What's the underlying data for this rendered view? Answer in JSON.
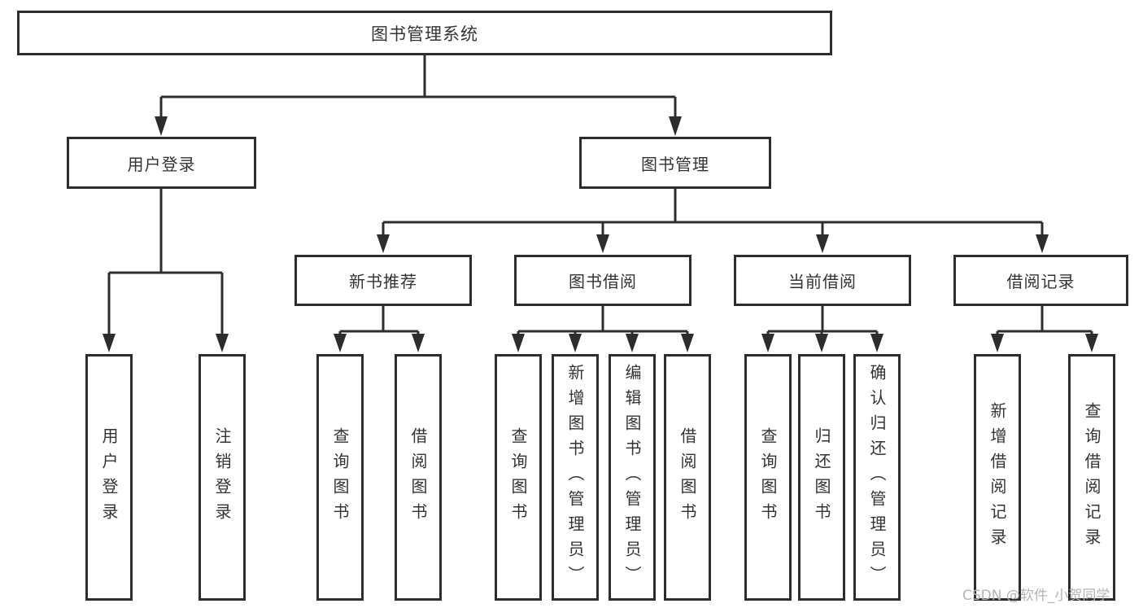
{
  "colors": {
    "line": "#2d2d2d",
    "box_border": "#2d2d2d",
    "text": "#333333",
    "watermark": "#b4b4b4",
    "background": "#ffffff"
  },
  "watermark": {
    "text": "CSDN @软件_小贺同学"
  },
  "tree": {
    "root": {
      "label": "图书管理系统",
      "children": [
        {
          "label": "用户登录",
          "children": [
            {
              "label": "用户登录"
            },
            {
              "label": "注销登录"
            }
          ]
        },
        {
          "label": "图书管理",
          "children": [
            {
              "label": "新书推荐",
              "children": [
                {
                  "label": "查询图书"
                },
                {
                  "label": "借阅图书"
                }
              ]
            },
            {
              "label": "图书借阅",
              "children": [
                {
                  "label": "查询图书"
                },
                {
                  "label": "新增图书（管理员）"
                },
                {
                  "label": "编辑图书（管理员）"
                },
                {
                  "label": "借阅图书"
                }
              ]
            },
            {
              "label": "当前借阅",
              "children": [
                {
                  "label": "查询图书"
                },
                {
                  "label": "归还图书"
                },
                {
                  "label": "确认归还（管理员）"
                }
              ]
            },
            {
              "label": "借阅记录",
              "children": [
                {
                  "label": "新增借阅记录"
                },
                {
                  "label": "查询借阅记录"
                }
              ]
            }
          ]
        }
      ]
    }
  }
}
